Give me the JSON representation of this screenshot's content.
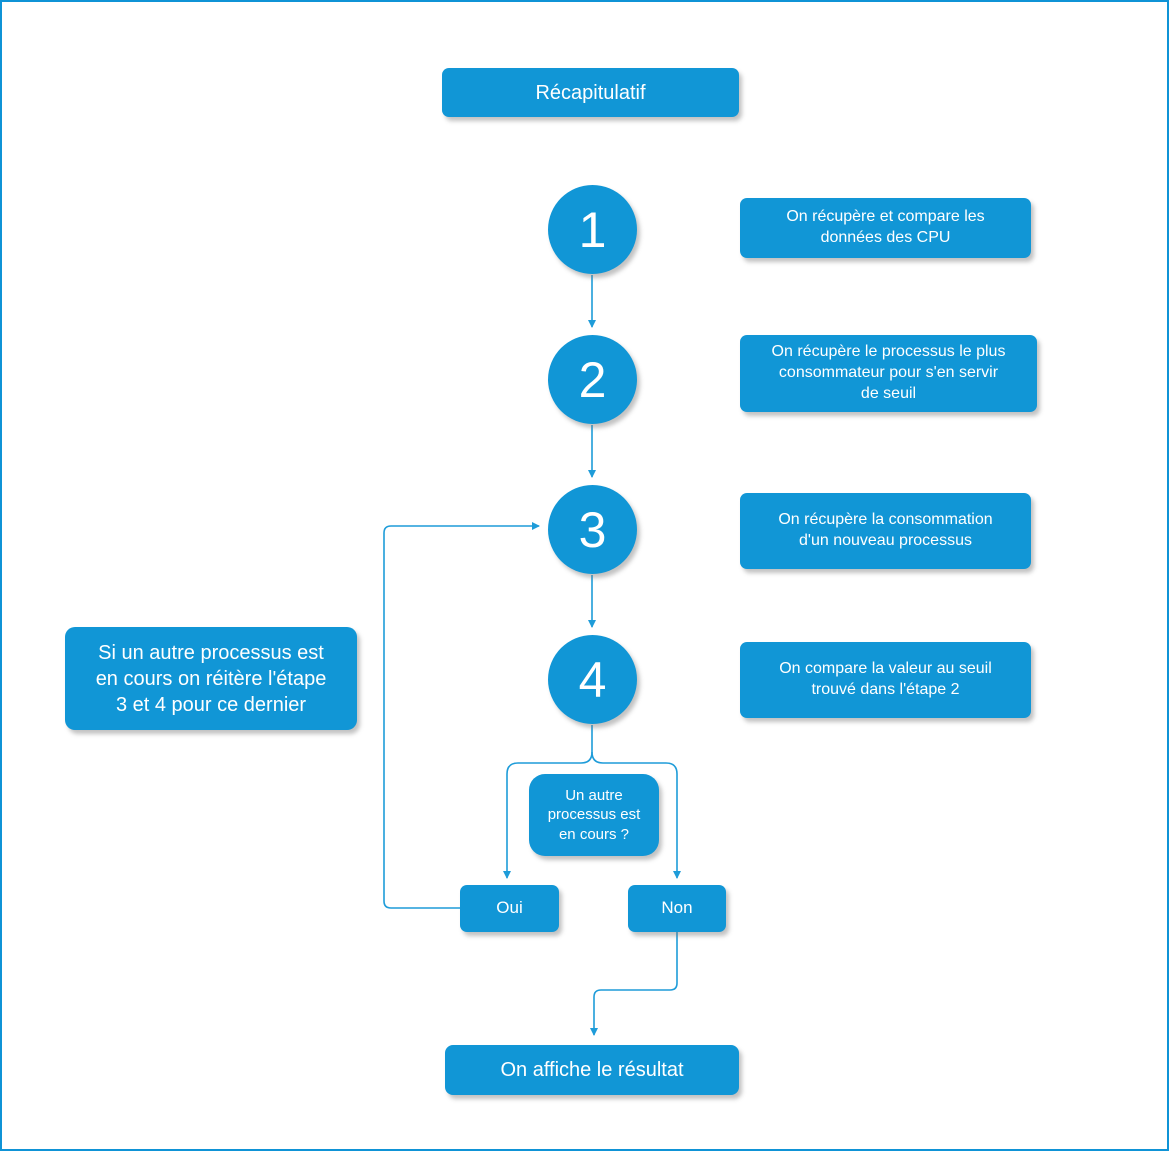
{
  "title": "Récapitulatif",
  "steps": [
    {
      "number": "1",
      "description": "On récupère et compare les\ndonnées des CPU"
    },
    {
      "number": "2",
      "description": "On récupère le processus le plus\nconsommateur pour s'en servir\nde seuil"
    },
    {
      "number": "3",
      "description": "On récupère la consommation\nd'un nouveau processus"
    },
    {
      "number": "4",
      "description": "On compare la valeur au seuil\ntrouvé dans l'étape 2"
    }
  ],
  "note": "Si un autre processus est\nen cours on réitère l'étape\n3 et 4 pour ce dernier",
  "decision": {
    "question": "Un autre\nprocessus est\nen cours ?",
    "yes_label": "Oui",
    "no_label": "Non"
  },
  "result": "On affiche le résultat",
  "colors": {
    "shape_fill": "#1196d6",
    "connector": "#1e9cd9",
    "text": "#ffffff",
    "canvas_border": "#0f93d6",
    "background": "#ffffff"
  }
}
